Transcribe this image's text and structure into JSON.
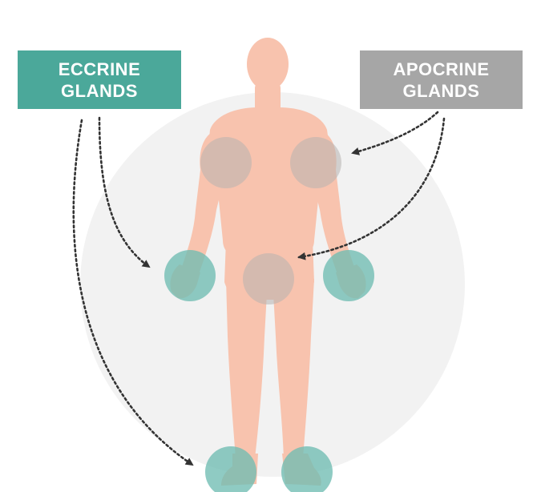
{
  "labels": {
    "eccrine": {
      "line1": "ECCRINE",
      "line2": "GLANDS"
    },
    "apocrine": {
      "line1": "APOCRINE",
      "line2": "GLANDS"
    }
  },
  "colors": {
    "eccrine_box": "#4ba89a",
    "apocrine_box": "#a6a6a6",
    "eccrine_zone": "#6fbdb2",
    "apocrine_zone": "#b7b3b0",
    "body": "#f8c3ae",
    "background_circle": "#f2f2f2",
    "arrow": "#333333"
  }
}
